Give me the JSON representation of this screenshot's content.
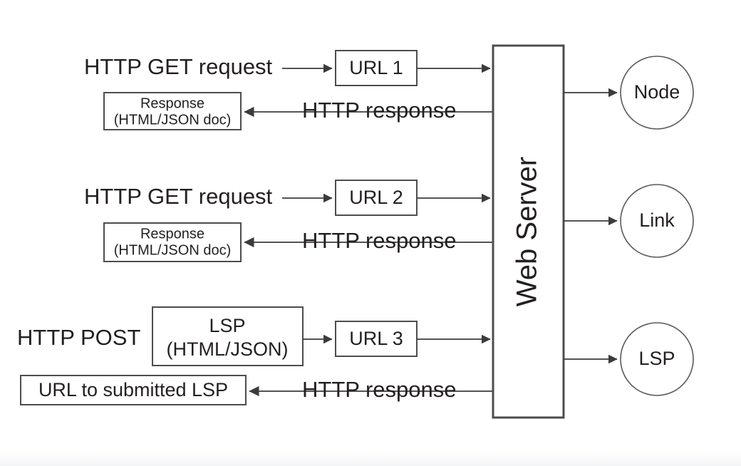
{
  "diagram": {
    "title": "HTTP request/response flow to Web Server",
    "colors": {
      "background": "#ffffff",
      "stroke": "#4d4d4d",
      "arrow": "#3b3b3b",
      "text": "#231f20"
    },
    "server": {
      "label": "Web Server"
    },
    "resources": [
      {
        "label": "Node"
      },
      {
        "label": "Link"
      },
      {
        "label": "LSP"
      }
    ],
    "flows": [
      {
        "id": "flow-1",
        "request_label": "HTTP GET request",
        "url_label": "URL 1",
        "response_label": "HTTP response",
        "response_box_line1": "Response",
        "response_box_line2": "(HTML/JSON doc)"
      },
      {
        "id": "flow-2",
        "request_label": "HTTP GET request",
        "url_label": "URL 2",
        "response_label": "HTTP response",
        "response_box_line1": "Response",
        "response_box_line2": "(HTML/JSON doc)"
      },
      {
        "id": "flow-3",
        "request_label": "HTTP POST",
        "payload_box_line1": "LSP",
        "payload_box_line2": "(HTML/JSON)",
        "url_label": "URL 3",
        "response_label": "HTTP response",
        "response_box_line1": "URL to submitted LSP"
      }
    ]
  }
}
